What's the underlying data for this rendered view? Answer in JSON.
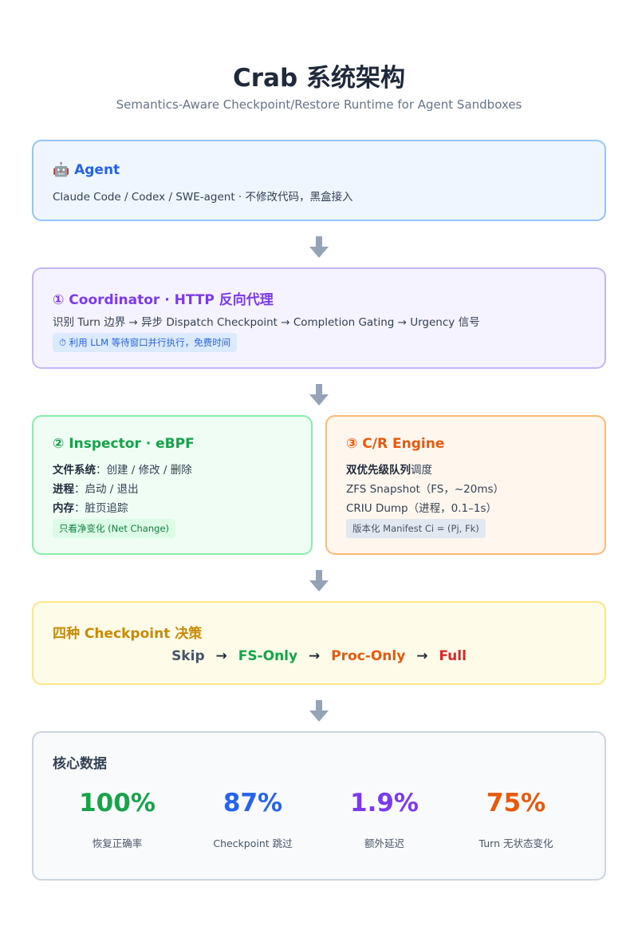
{
  "header": {
    "title": "Crab 系统架构",
    "subtitle": "Semantics-Aware Checkpoint/Restore Runtime for Agent Sandboxes"
  },
  "agent": {
    "icon": "robot-icon",
    "icon_glyph": "🤖",
    "title": "Agent",
    "description": "Claude Code / Codex / SWE-agent · 不修改代码，黑盒接入"
  },
  "coordinator": {
    "title": "① Coordinator · HTTP 反向代理",
    "description": "识别 Turn 边界 → 异步 Dispatch Checkpoint → Completion Gating → Urgency 信号",
    "note": "⏱ 利用 LLM 等待窗口并行执行，免费时间"
  },
  "inspector": {
    "title": "② Inspector · eBPF",
    "lines": [
      {
        "key": "文件系统",
        "value": "：创建 / 修改 / 删除"
      },
      {
        "key": "进程",
        "value": "：启动 / 退出"
      },
      {
        "key": "内存",
        "value": "：脏页追踪"
      }
    ],
    "note": "只看净变化 (Net Change)"
  },
  "cr_engine": {
    "title": "③ C/R Engine",
    "line1_bold": "双优先级队列",
    "line1_rest": "调度",
    "line2": "ZFS Snapshot（FS，~20ms）",
    "line3": "CRIU Dump（进程，0.1–1s）",
    "note": "版本化 Manifest Ci = (Pj, Fk)"
  },
  "decision": {
    "title": "四种 Checkpoint 决策",
    "arrow": "→",
    "options": [
      "Skip",
      "FS-Only",
      "Proc-Only",
      "Full"
    ]
  },
  "stats": {
    "title": "核心数据",
    "items": [
      {
        "value": "100%",
        "label": "恢复正确率"
      },
      {
        "value": "87%",
        "label": "Checkpoint 跳过"
      },
      {
        "value": "1.9%",
        "label": "额外延迟"
      },
      {
        "value": "75%",
        "label": "Turn 无状态变化"
      }
    ]
  },
  "colors": {
    "arrow": "#94a3b8",
    "agent_accent": "#2563eb",
    "coordinator_accent": "#7c3aed",
    "inspector_accent": "#16a34a",
    "cr_accent": "#ea580c",
    "decision_accent": "#ca8a04"
  }
}
